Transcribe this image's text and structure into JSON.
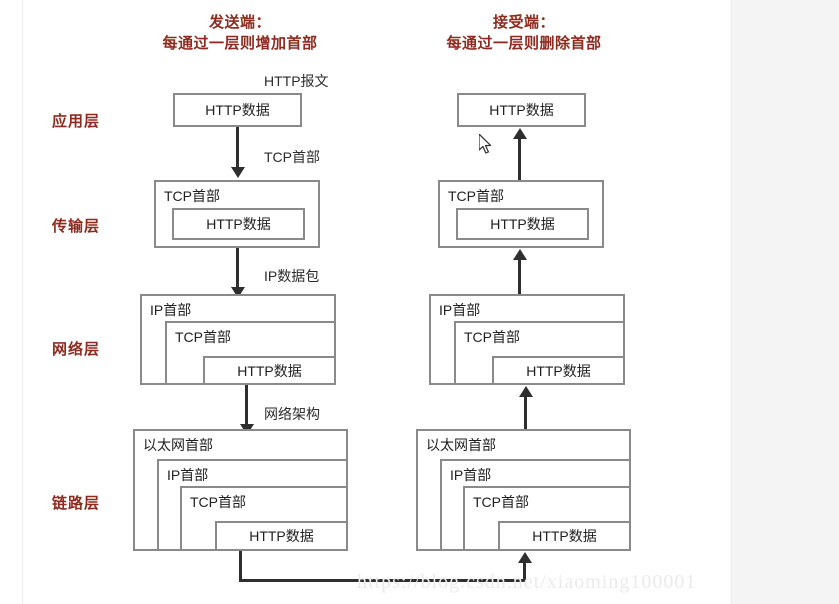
{
  "diagram": {
    "title_sender_line1": "发送端：",
    "title_sender_line2": "每通过一层则增加首部",
    "title_receiver_line1": "接受端：",
    "title_receiver_line2": "每通过一层则删除首部",
    "layers": [
      {
        "id": "application",
        "label": "应用层"
      },
      {
        "id": "transport",
        "label": "传输层"
      },
      {
        "id": "network",
        "label": "网络层"
      },
      {
        "id": "link",
        "label": "链路层"
      }
    ],
    "annotations": [
      {
        "id": "http-message",
        "label": "HTTP报文"
      },
      {
        "id": "tcp-header",
        "label": "TCP首部"
      },
      {
        "id": "ip-packet",
        "label": "IP数据包"
      },
      {
        "id": "network-frame",
        "label": "网络架构"
      }
    ],
    "headers": {
      "http_data": "HTTP数据",
      "tcp_header": "TCP首部",
      "ip_header": "IP首部",
      "ethernet_header": "以太网首部"
    },
    "sender": {
      "application": {
        "boxes": [
          "HTTP数据"
        ]
      },
      "transport": {
        "boxes": [
          "TCP首部",
          "HTTP数据"
        ]
      },
      "network": {
        "boxes": [
          "IP首部",
          "TCP首部",
          "HTTP数据"
        ]
      },
      "link": {
        "boxes": [
          "以太网首部",
          "IP首部",
          "TCP首部",
          "HTTP数据"
        ]
      }
    },
    "receiver": {
      "application": {
        "boxes": [
          "HTTP数据"
        ]
      },
      "transport": {
        "boxes": [
          "TCP首部",
          "HTTP数据"
        ]
      },
      "network": {
        "boxes": [
          "IP首部",
          "TCP首部",
          "HTTP数据"
        ]
      },
      "link": {
        "boxes": [
          "以太网首部",
          "IP首部",
          "TCP首部",
          "HTTP数据"
        ]
      }
    },
    "watermark": "https://blog.csdn.net/xiaoming100001",
    "colors": {
      "heading": "#8e2b20",
      "box_border": "#8a8a8a",
      "arrow": "#2e2e2e",
      "text": "#1f1f1f",
      "watermark": "#eceaea"
    }
  }
}
